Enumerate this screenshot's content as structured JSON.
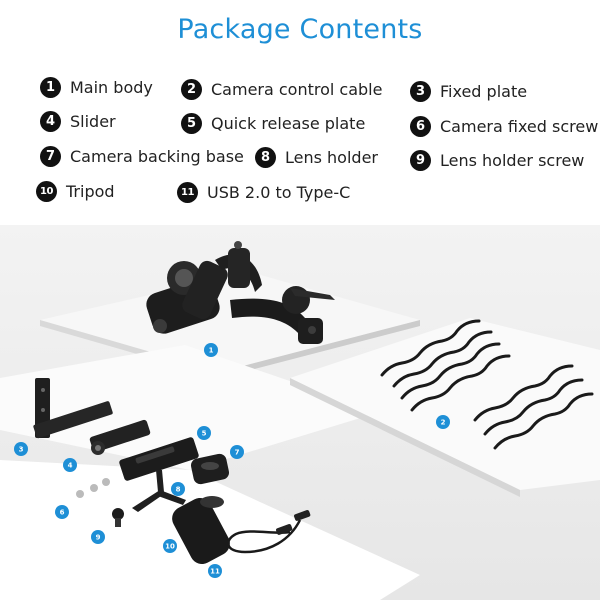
{
  "title": "Package Contents",
  "accent_color": "#1e8fd6",
  "items": [
    {
      "num": "1",
      "label": "Main body"
    },
    {
      "num": "2",
      "label": "Camera control cable"
    },
    {
      "num": "3",
      "label": "Fixed plate"
    },
    {
      "num": "4",
      "label": "Slider"
    },
    {
      "num": "5",
      "label": "Quick release plate"
    },
    {
      "num": "6",
      "label": "Camera fixed screw"
    },
    {
      "num": "7",
      "label": "Camera backing base"
    },
    {
      "num": "8",
      "label": "Lens holder"
    },
    {
      "num": "9",
      "label": "Lens holder screw"
    },
    {
      "num": "10",
      "label": "Tripod"
    },
    {
      "num": "11",
      "label": "USB 2.0 to Type-C"
    }
  ],
  "callouts": {
    "main_body": "1",
    "cable": "2",
    "fixed_plate": "3",
    "slider": "4",
    "quick_release": "5",
    "screws": "6",
    "backing_base": "7",
    "lens_holder": "8",
    "lens_screw": "9",
    "tripod": "10",
    "usb": "11"
  }
}
